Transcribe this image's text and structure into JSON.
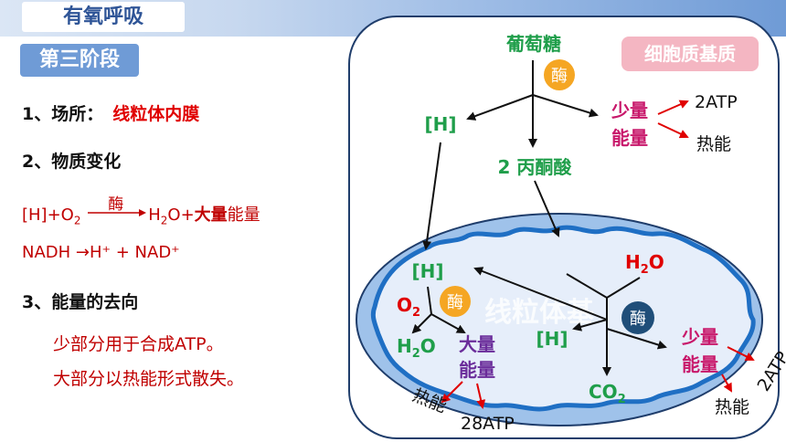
{
  "header": {
    "title": "有氧呼吸"
  },
  "left_panel": {
    "stage_badge": "第三阶段",
    "item1": {
      "label": "1、场所：",
      "value": "线粒体内膜"
    },
    "item2": {
      "label": "2、物质变化"
    },
    "equation1": {
      "left": "[H]+O",
      "left_sub": "2",
      "enzyme": "酶",
      "product1": "H",
      "product1_sub": "2",
      "product1_tail": "O+",
      "bold_part": "大量",
      "tail": "能量"
    },
    "equation2": "NADH →H⁺ + NAD⁺",
    "item3": {
      "label": "3、能量的去向"
    },
    "fate1": "少部分用于合成ATP。",
    "fate2": "大部分以热能形式散失。"
  },
  "diagram": {
    "cytoplasm_label": "细胞质基质",
    "glucose": "葡萄糖",
    "enzyme": "酶",
    "h_label": "[H]",
    "pyruvate": "2 丙酮酸",
    "small_energy_line1": "少量",
    "small_energy_line2": "能量",
    "atp_top": "2ATP",
    "heat": "热能",
    "mito_watermark": "线粒体基",
    "mito": {
      "h_left": "[H]",
      "o2": "O",
      "o2_sub": "2",
      "enzyme_left": "酶",
      "h2o_left": "H",
      "h2o_left_sub": "2",
      "h2o_left_tail": "O",
      "big_energy_line1": "大量",
      "big_energy_line2": "能量",
      "heat_left": "热能",
      "atp_left": "28ATP",
      "h2o_right": "H",
      "h2o_right_sub": "2",
      "h2o_right_tail": "O",
      "enzyme_right": "酶",
      "h_right": "[H]",
      "co2": "CO",
      "co2_sub": "2",
      "small_energy_line1": "少量",
      "small_energy_line2": "能量",
      "atp_right": "2ATP",
      "heat_right": "热能"
    }
  }
}
